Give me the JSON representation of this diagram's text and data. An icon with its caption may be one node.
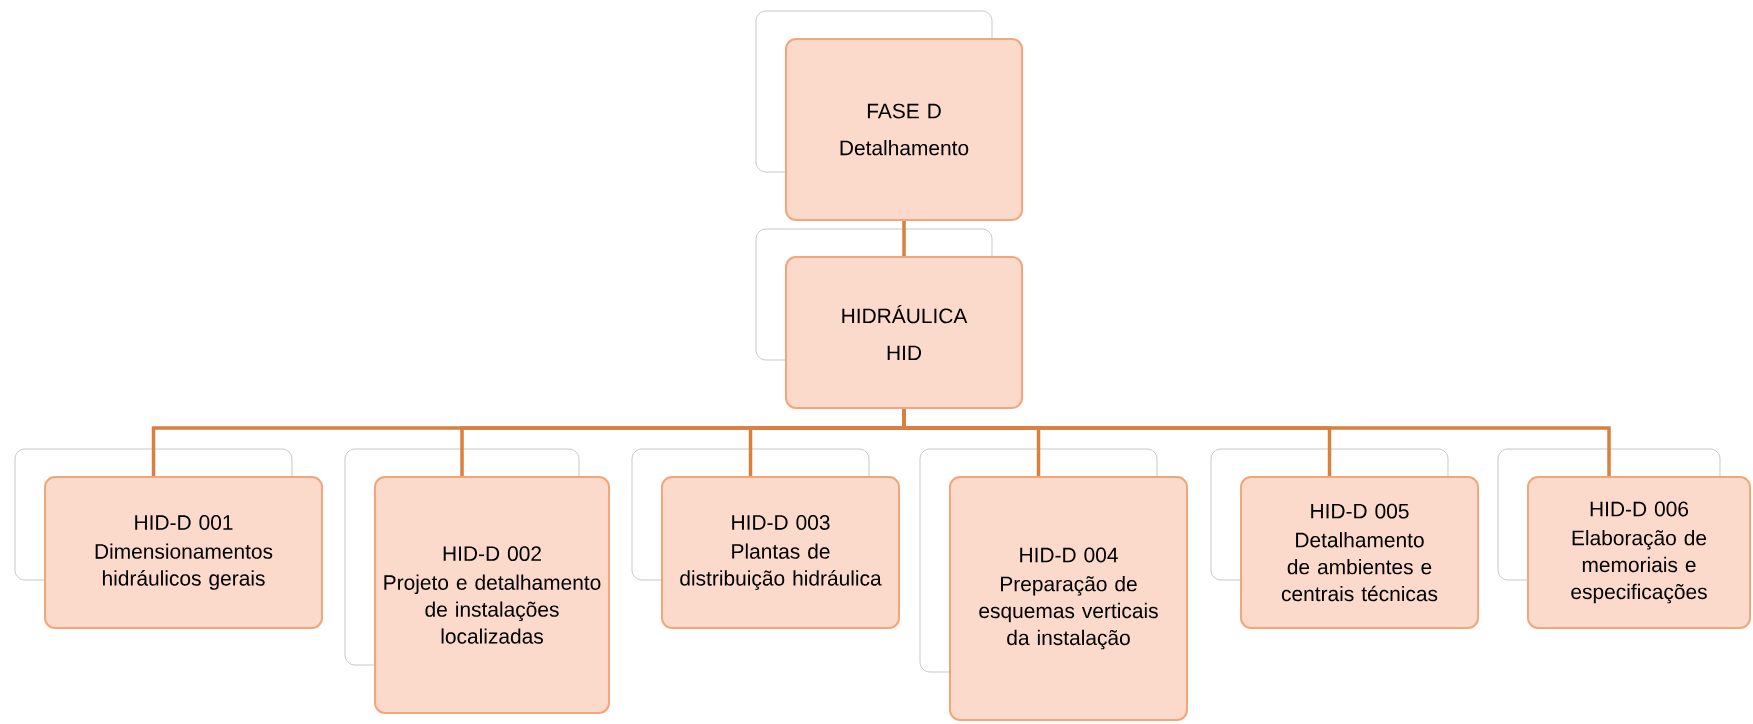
{
  "diagram": {
    "nodes": [
      {
        "text": [
          "FASE D",
          "Detalhamento"
        ]
      },
      {
        "text": [
          "HIDRÁULICA",
          "HID"
        ]
      },
      {
        "text": [
          "HID-D 001",
          "Dimensionamentos hidráulicos gerais"
        ]
      },
      {
        "text": [
          "HID-D 002",
          "Projeto e detalhamento de instalações localizadas"
        ]
      },
      {
        "text": [
          "HID-D 003",
          "Plantas de distribuição hidráulica"
        ]
      },
      {
        "text": [
          "HID-D 004",
          "Preparação de esquemas verticais da instalação"
        ]
      },
      {
        "text": [
          "HID-D 005",
          "Detalhamento de ambientes e centrais técnicas"
        ]
      },
      {
        "text": [
          "HID-D 006",
          "Elaboração de memoriais e especificações"
        ]
      }
    ],
    "edges": [
      {
        "from": 0,
        "to": 1,
        "arrow": "none"
      },
      {
        "from": 1,
        "to": 2,
        "arrow": "none"
      },
      {
        "from": 1,
        "to": 3,
        "arrow": "none"
      },
      {
        "from": 1,
        "to": 4,
        "arrow": "none"
      },
      {
        "from": 1,
        "to": 5,
        "arrow": "none"
      },
      {
        "from": 1,
        "to": 6,
        "arrow": "none"
      },
      {
        "from": 1,
        "to": 7,
        "arrow": "none"
      }
    ]
  }
}
